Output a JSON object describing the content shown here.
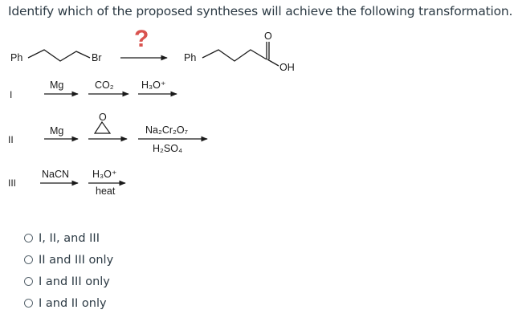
{
  "question": "Identify which of the proposed syntheses will achieve the following transformation.",
  "transformation": {
    "reactant_ph": "Ph",
    "reactant_br": "Br",
    "unknown": "?",
    "product_ph": "Ph",
    "product_oh": "OH",
    "product_o": "O"
  },
  "routes": [
    {
      "numeral": "I",
      "step1": "Mg",
      "step2": "CO₂",
      "step3": "H₃O⁺"
    },
    {
      "numeral": "II",
      "step1": "Mg",
      "epoxide_o": "O",
      "step3_top": "Na₂Cr₂O₇",
      "step3_bottom": "H₂SO₄"
    },
    {
      "numeral": "III",
      "step1": "NaCN",
      "step2_top": "H₃O⁺",
      "step2_bottom": "heat"
    }
  ],
  "options": [
    {
      "label": "I, II, and III"
    },
    {
      "label": "II and III only"
    },
    {
      "label": "I and III only"
    },
    {
      "label": "I and II only"
    }
  ],
  "colors": {
    "accent": "#d9534f",
    "text": "#2d3b45"
  }
}
